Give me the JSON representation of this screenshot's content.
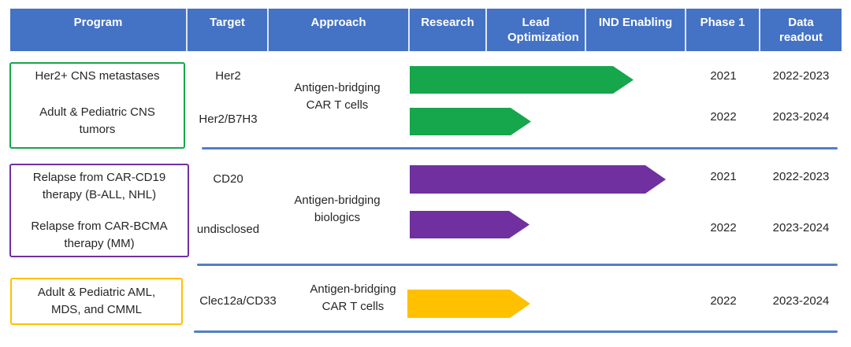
{
  "colors": {
    "header_bg": "#4472C4",
    "header_text": "#FFFFFF",
    "green_accent": "#16A64B",
    "purple_accent": "#7030A0",
    "yellow_accent": "#FFC000",
    "separator_line": "#527FC4",
    "body_text": "#262626"
  },
  "header": {
    "columns": [
      {
        "label": "Program"
      },
      {
        "label": "Target"
      },
      {
        "label": "Approach"
      },
      {
        "label": "Research"
      },
      {
        "label": "Lead Optimization"
      },
      {
        "label": "IND Enabling"
      },
      {
        "label": "Phase 1"
      },
      {
        "label": "Data readout"
      }
    ]
  },
  "groups": [
    {
      "accent": "green",
      "programs": [
        "Her2+ CNS metastases",
        "Adult & Pediatric CNS tumors"
      ],
      "approach": "Antigen-bridging CAR T cells",
      "rows": [
        {
          "target": "Her2",
          "arrow_color": "#16A64B",
          "arrow_ends_in": "IND Enabling",
          "phase1": "2021",
          "data_readout": "2022-2023"
        },
        {
          "target": "Her2/B7H3",
          "arrow_color": "#16A64B",
          "arrow_ends_in": "Lead Optimization",
          "phase1": "2022",
          "data_readout": "2023-2024"
        }
      ]
    },
    {
      "accent": "purple",
      "programs": [
        "Relapse from CAR-CD19 therapy (B-ALL, NHL)",
        "Relapse from CAR-BCMA therapy (MM)"
      ],
      "approach": "Antigen-bridging biologics",
      "rows": [
        {
          "target": "CD20",
          "arrow_color": "#7030A0",
          "arrow_ends_in": "IND Enabling",
          "phase1": "2021",
          "data_readout": "2022-2023"
        },
        {
          "target": "undisclosed",
          "arrow_color": "#7030A0",
          "arrow_ends_in": "Lead Optimization",
          "phase1": "2022",
          "data_readout": "2023-2024"
        }
      ]
    },
    {
      "accent": "yellow",
      "programs": [
        "Adult & Pediatric AML, MDS, and CMML"
      ],
      "approach": "Antigen-bridging CAR T cells",
      "rows": [
        {
          "target": "Clec12a/CD33",
          "arrow_color": "#FFC000",
          "arrow_ends_in": "Lead Optimization",
          "phase1": "2022",
          "data_readout": "2023-2024"
        }
      ]
    }
  ]
}
